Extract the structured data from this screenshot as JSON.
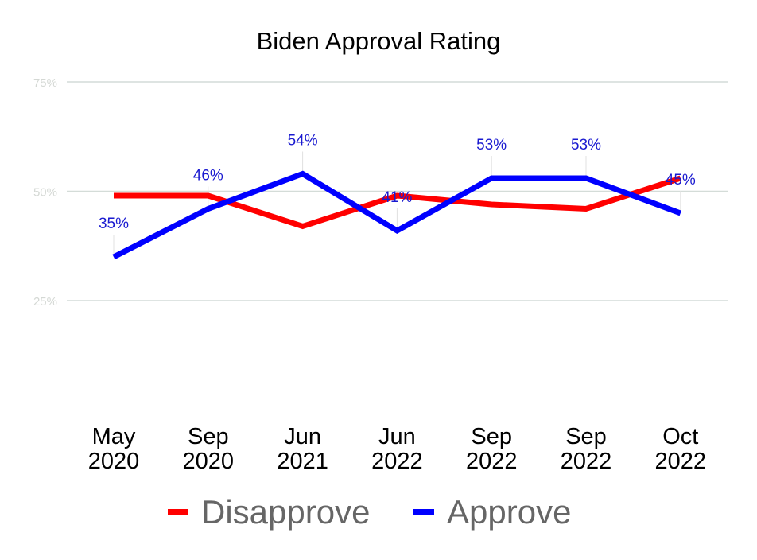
{
  "chart_data": {
    "type": "line",
    "title": "Biden Approval Rating",
    "categories": [
      [
        "May",
        "2020"
      ],
      [
        "Sep",
        "2020"
      ],
      [
        "Jun",
        "2021"
      ],
      [
        "Jun",
        "2022"
      ],
      [
        "Sep",
        "2022"
      ],
      [
        "Sep",
        "2022"
      ],
      [
        "Oct",
        "2022"
      ]
    ],
    "ylim": [
      0,
      75
    ],
    "yticks": [
      25,
      50,
      75
    ],
    "ytick_labels": [
      "25%",
      "50%",
      "75%"
    ],
    "grid": true,
    "legend_position": "bottom",
    "series": [
      {
        "name": "Disapprove",
        "color": "#ff0000",
        "values": [
          49,
          49,
          42,
          49,
          47,
          46,
          53
        ],
        "show_labels": false
      },
      {
        "name": "Approve",
        "color": "#0000ff",
        "values": [
          35,
          46,
          54,
          41,
          53,
          53,
          45
        ],
        "labels": [
          "35%",
          "46%",
          "54%",
          "41%",
          "53%",
          "53%",
          "45%"
        ],
        "show_labels": true
      }
    ]
  }
}
